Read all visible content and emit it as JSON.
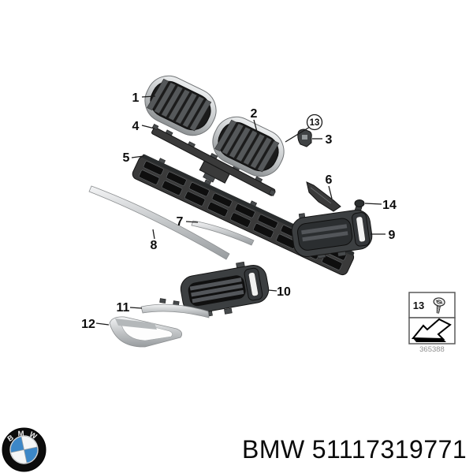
{
  "figure": {
    "type": "exploded-parts-diagram",
    "subject": "front bumper grille components",
    "callouts": [
      {
        "ref": "1"
      },
      {
        "ref": "2"
      },
      {
        "ref": "3"
      },
      {
        "ref": "4"
      },
      {
        "ref": "5"
      },
      {
        "ref": "6"
      },
      {
        "ref": "7"
      },
      {
        "ref": "8"
      },
      {
        "ref": "9"
      },
      {
        "ref": "10"
      },
      {
        "ref": "11"
      },
      {
        "ref": "12"
      },
      {
        "ref": "13"
      },
      {
        "ref": "14"
      }
    ],
    "inset": {
      "label": "13",
      "icon": "screw-icon",
      "direction_icon": "arrow-down-left-icon",
      "diagram_code": "365388"
    }
  },
  "footer": {
    "brand": "BMW",
    "part_number": "51117319771"
  },
  "logo": {
    "text": "BMW"
  },
  "colors": {
    "part_dark": "#3a3a3a",
    "chrome": "#c9cccd",
    "logo_blue": "#3c87c7",
    "text": "#0a0a0a"
  }
}
